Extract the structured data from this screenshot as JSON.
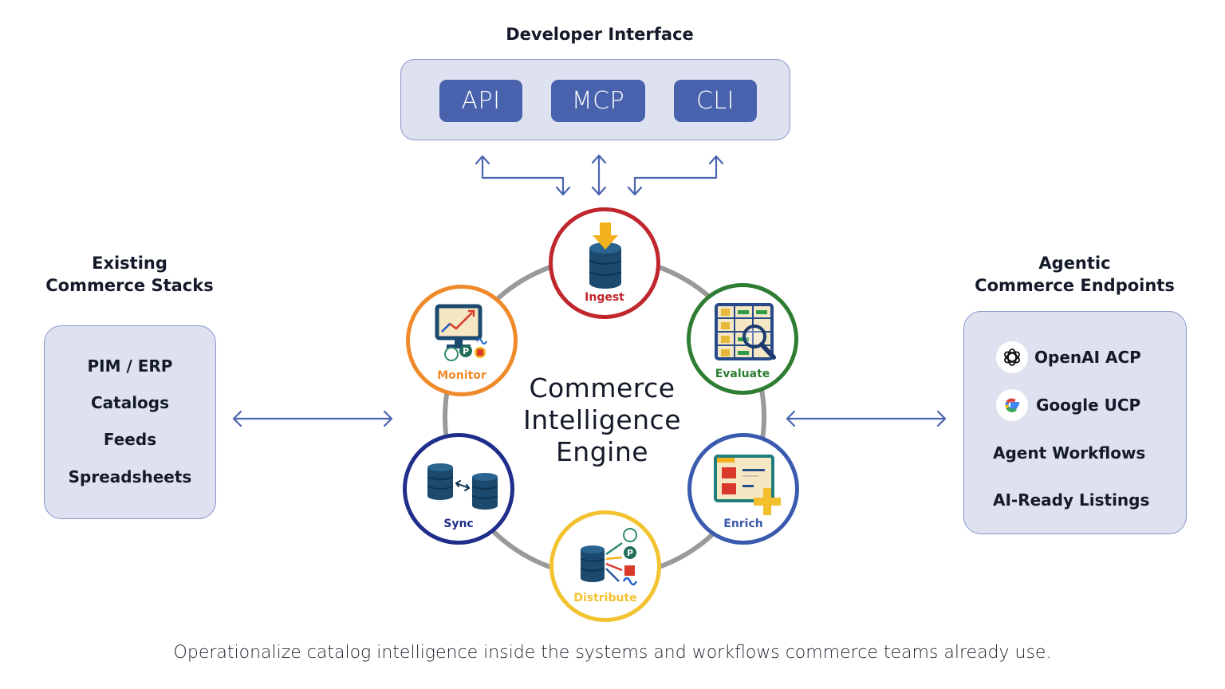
{
  "developer_interface": {
    "title": "Developer Interface",
    "buttons": [
      {
        "label": "API"
      },
      {
        "label": "MCP"
      },
      {
        "label": "CLI"
      }
    ]
  },
  "existing_stacks": {
    "title_line1": "Existing",
    "title_line2": "Commerce Stacks",
    "items": [
      "PIM / ERP",
      "Catalogs",
      "Feeds",
      "Spreadsheets"
    ]
  },
  "agentic_endpoints": {
    "title_line1": "Agentic",
    "title_line2": "Commerce Endpoints",
    "items": [
      {
        "label": "OpenAI ACP",
        "icon": "openai-logo-icon"
      },
      {
        "label": "Google UCP",
        "icon": "google-logo-icon"
      },
      {
        "label": "Agent Workflows"
      },
      {
        "label": "AI-Ready Listings"
      }
    ]
  },
  "engine": {
    "title_line1": "Commerce",
    "title_line2": "Intelligence",
    "title_line3": "Engine",
    "stages": [
      {
        "label": "Ingest",
        "icon": "database-ingest-icon",
        "color": "#c0272d"
      },
      {
        "label": "Evaluate",
        "icon": "grid-magnifier-icon",
        "color": "#2e7d32"
      },
      {
        "label": "Enrich",
        "icon": "card-plus-icon",
        "color": "#3a5aad"
      },
      {
        "label": "Distribute",
        "icon": "database-distribute-icon",
        "color": "#f2c230"
      },
      {
        "label": "Sync",
        "icon": "database-sync-icon",
        "color": "#1f2e8a"
      },
      {
        "label": "Monitor",
        "icon": "monitor-chart-icon",
        "color": "#ef8a2a"
      }
    ],
    "ring_color": "#9a9a9a"
  },
  "colors": {
    "panel_bg": "#dde1f0",
    "panel_border": "#8a97c8",
    "button_bg": "#4862ad",
    "arrow": "#4a64b0"
  },
  "footer": {
    "text": "Operationalize catalog intelligence inside the systems and workflows commerce teams already use."
  }
}
